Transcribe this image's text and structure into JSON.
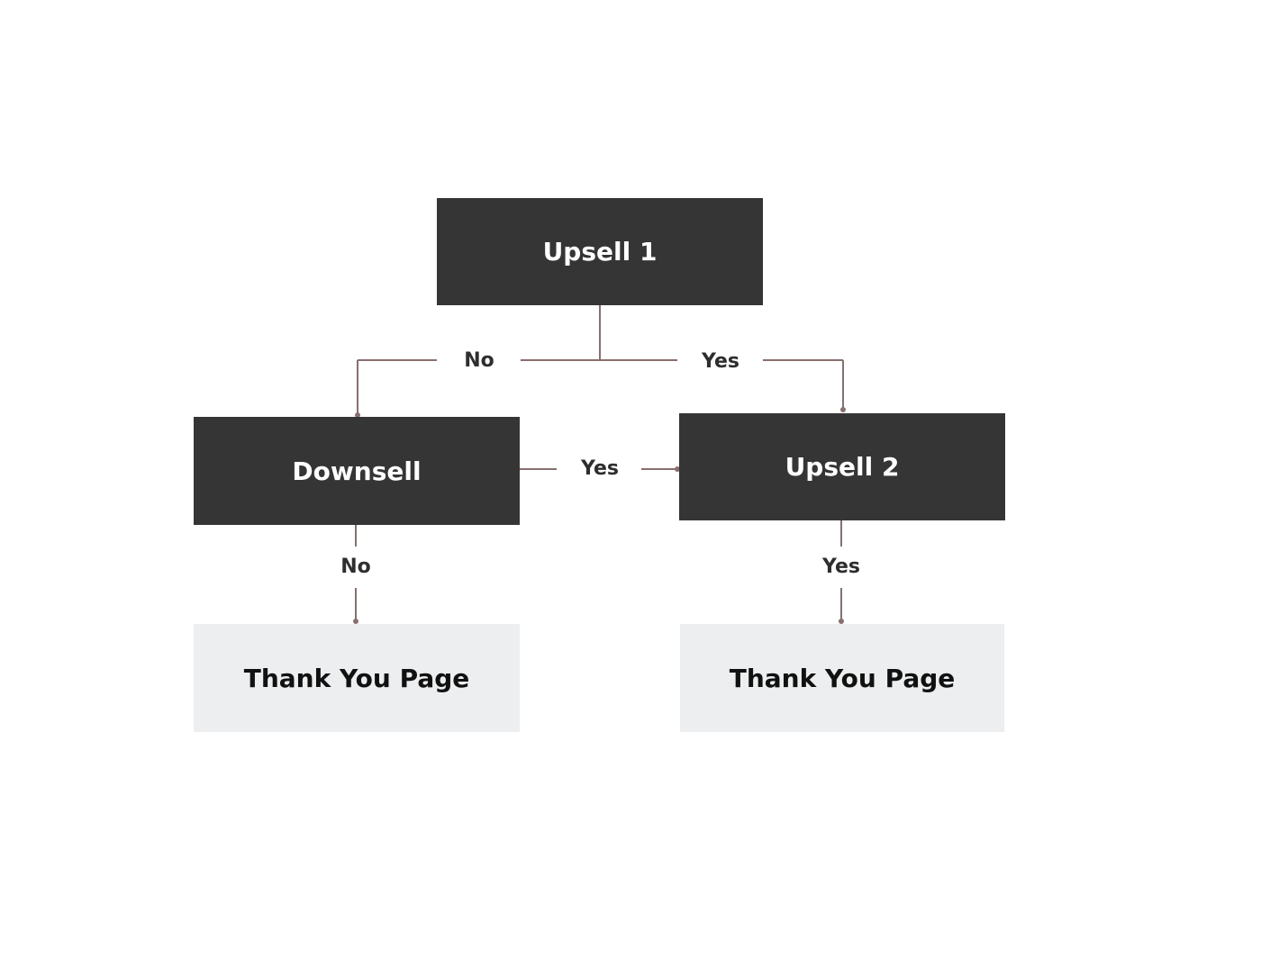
{
  "nodes": {
    "upsell1": {
      "label": "Upsell 1"
    },
    "downsell": {
      "label": "Downsell"
    },
    "upsell2": {
      "label": "Upsell 2"
    },
    "thankyou_left": {
      "label": "Thank You Page"
    },
    "thankyou_right": {
      "label": "Thank You Page"
    }
  },
  "edges": {
    "upsell1_no": {
      "label": "No"
    },
    "upsell1_yes": {
      "label": "Yes"
    },
    "downsell_yes": {
      "label": "Yes"
    },
    "downsell_no": {
      "label": "No"
    },
    "upsell2_yes": {
      "label": "Yes"
    }
  },
  "colors": {
    "dark_node": "#353535",
    "light_node": "#eceeef",
    "connector": "#8a6f6f"
  }
}
